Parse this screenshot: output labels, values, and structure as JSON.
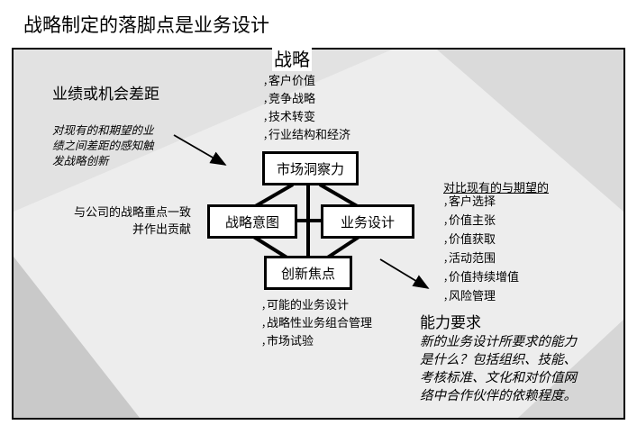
{
  "page_title": "战略制定的落脚点是业务设计",
  "diagram": {
    "top_label": "战略",
    "gap_heading": "业绩或机会差距",
    "gap_desc": [
      "对现有的和期望的业",
      "绩之间差距的感知触",
      "发战略创新"
    ],
    "alignment_text": [
      "与公司的战略重点一致",
      "并作出贡献"
    ],
    "market_bullets": [
      "客户价值",
      "竞争战略",
      "技术转变",
      "行业结构和经济"
    ],
    "boxes": {
      "market_insight": "市场洞察力",
      "strategic_intent": "战略意图",
      "business_design": "业务设计",
      "innovation_focus": "创新焦点"
    },
    "compare_heading": "对比现有的与期望的",
    "compare_bullets": [
      "客户选择",
      "价值主张",
      "价值获取",
      "活动范围",
      "价值持续增值",
      "风险管理"
    ],
    "innovation_bullets": [
      "可能的业务设计",
      "战略性业务组合管理",
      "市场试验"
    ],
    "capability_heading": "能力要求",
    "capability_desc": [
      "新的业务设计所要求的能力",
      "是什么？包括组织、技能、",
      "考核标准、文化和对价值网",
      "络中合作伙伴的依赖程度。"
    ]
  }
}
